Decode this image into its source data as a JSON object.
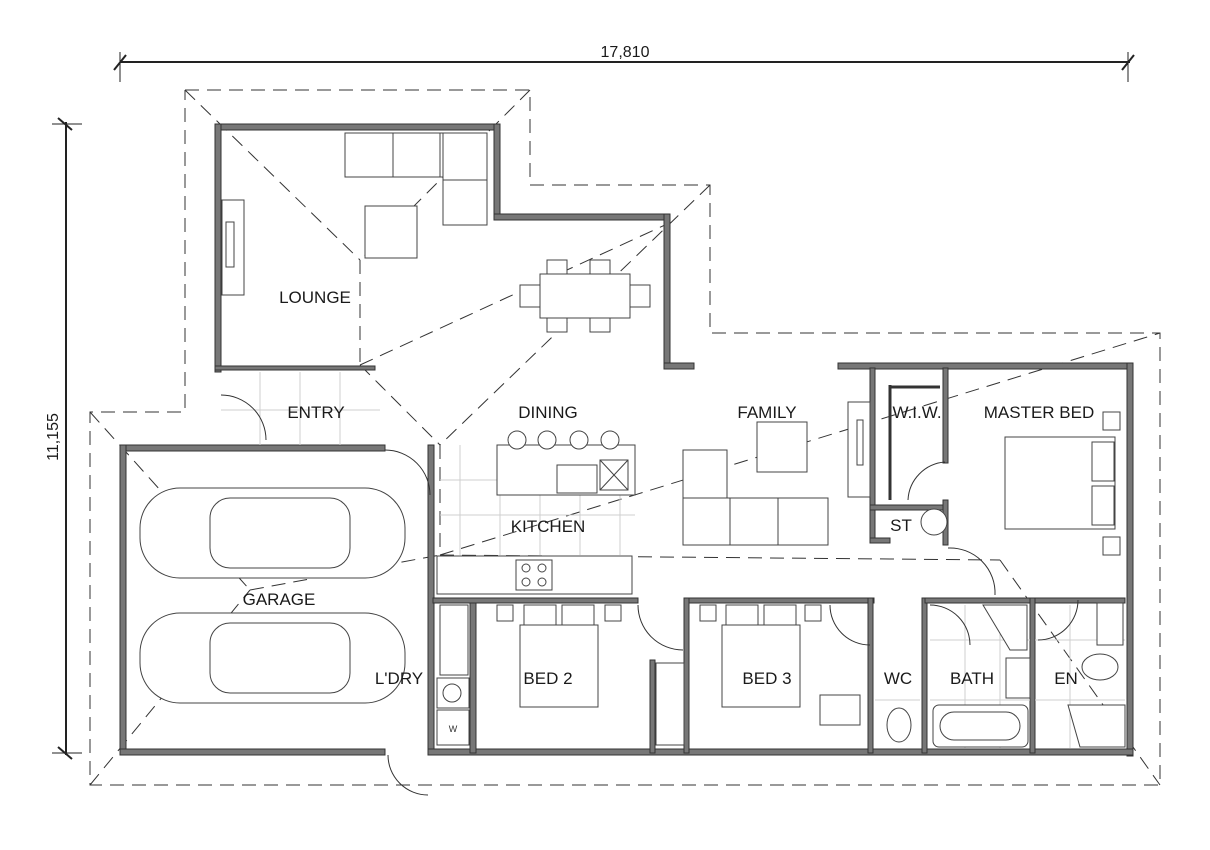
{
  "plan": {
    "dimensions": {
      "width_label": "17,810",
      "depth_label": "11,155"
    },
    "rooms": [
      {
        "id": "lounge",
        "label": "LOUNGE"
      },
      {
        "id": "entry",
        "label": "ENTRY"
      },
      {
        "id": "dining",
        "label": "DINING"
      },
      {
        "id": "family",
        "label": "FAMILY"
      },
      {
        "id": "wiw",
        "label": "W.I.W."
      },
      {
        "id": "master-bed",
        "label": "MASTER BED"
      },
      {
        "id": "st",
        "label": "ST"
      },
      {
        "id": "kitchen",
        "label": "KITCHEN"
      },
      {
        "id": "garage",
        "label": "GARAGE"
      },
      {
        "id": "laundry",
        "label": "L'DRY"
      },
      {
        "id": "bed2",
        "label": "BED 2"
      },
      {
        "id": "bed3",
        "label": "BED 3"
      },
      {
        "id": "wc",
        "label": "WC"
      },
      {
        "id": "bath",
        "label": "BATH"
      },
      {
        "id": "en",
        "label": "EN"
      }
    ],
    "appliance_labels": {
      "washer": "W"
    },
    "colors": {
      "wall": "#777777",
      "line": "#333333",
      "background": "#ffffff"
    }
  }
}
